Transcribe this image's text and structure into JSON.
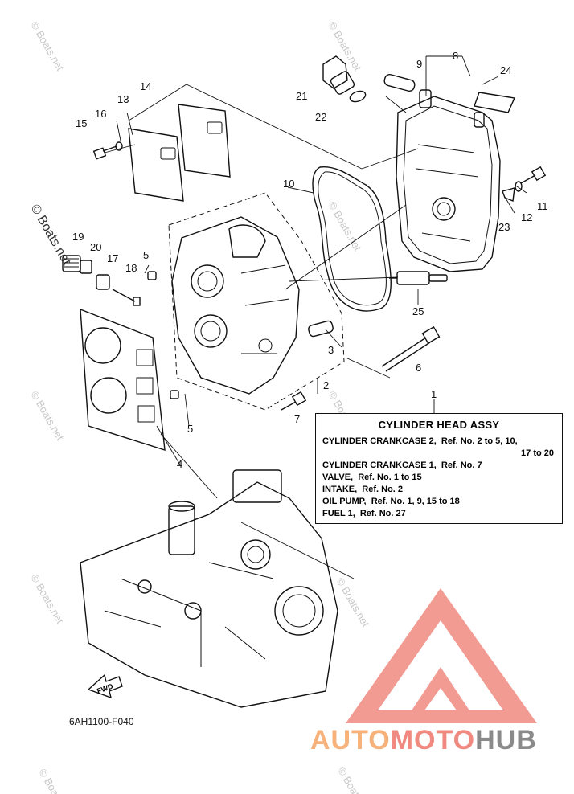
{
  "diagram": {
    "callouts": [
      "1",
      "2",
      "3",
      "4",
      "5",
      "5",
      "6",
      "7",
      "8",
      "9",
      "10",
      "11",
      "12",
      "13",
      "14",
      "15",
      "16",
      "17",
      "18",
      "19",
      "20",
      "21",
      "22",
      "23",
      "24",
      "25"
    ],
    "code": "6AH1100-F040",
    "fwd_label": "FWD"
  },
  "info_box": {
    "title": "CYLINDER HEAD ASSY",
    "lines": [
      "CYLINDER CRANKCASE 2,  Ref. No. 2 to 5, 10,",
      "17 to 20",
      "CYLINDER CRANKCASE 1,  Ref. No. 7",
      "VALVE,  Ref. No. 1 to 15",
      "INTAKE,  Ref. No. 2",
      "OIL PUMP,  Ref. No. 1, 9, 15 to 18",
      "FUEL 1,  Ref. No. 27"
    ]
  },
  "watermark": {
    "text": "© Boats.net",
    "color": "#c8c8c8"
  },
  "brand": {
    "part1": "AUTO",
    "part2": "MOTO",
    "part3": "HUB",
    "colors": {
      "part1": "#f6b27a",
      "part2": "#f08a80",
      "part3": "#8a8a8a",
      "logo": "#f08a80"
    }
  }
}
